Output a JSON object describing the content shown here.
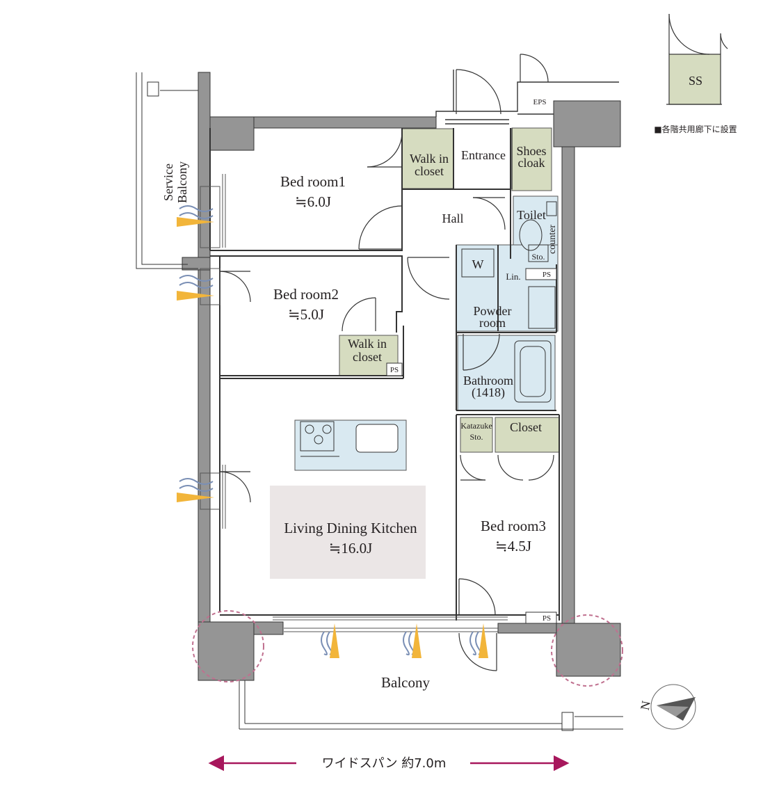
{
  "rooms": {
    "bedroom1": {
      "name": "Bed room1",
      "size": "≒6.0J"
    },
    "bedroom2": {
      "name": "Bed room2",
      "size": "≒5.0J"
    },
    "bedroom3": {
      "name": "Bed room3",
      "size": "≒4.5J"
    },
    "ldk": {
      "name": "Living Dining Kitchen",
      "size": "≒16.0J"
    },
    "walk_in_closet_1": {
      "line1": "Walk in",
      "line2": "closet"
    },
    "walk_in_closet_2": {
      "line1": "Walk in",
      "line2": "closet"
    },
    "entrance": "Entrance",
    "shoes_cloak": {
      "line1": "Shoes",
      "line2": "cloak"
    },
    "hall": "Hall",
    "toilet": "Toilet",
    "counter": "counter",
    "toilet_storage": "Sto.",
    "washer": "W",
    "linen": "Lin.",
    "powder_room": {
      "line1": "Powder",
      "line2": "room"
    },
    "bathroom": {
      "line1": "Bathroom",
      "line2": "(1418)"
    },
    "katazuke": {
      "line1": "Katazuke",
      "line2": "Sto."
    },
    "closet": "Closet",
    "service_balcony": {
      "line1": "Service",
      "line2": "Balcony"
    },
    "balcony": "Balcony",
    "ss": "SS"
  },
  "shafts": {
    "eps": "EPS",
    "ps_bed2": "PS",
    "ps_powder": "PS",
    "ps_bed3": "PS"
  },
  "notes": {
    "ss_note": "■各階共用廊下に設置"
  },
  "span": {
    "text": "ワイドスパン 約7.0m"
  },
  "compass": {
    "label": "N",
    "icon": "compass-north-arrow-icon"
  },
  "colors": {
    "wall": "#959595",
    "storage": "#d6dcc0",
    "wet_area": "#d9e9f1",
    "ldk_panel": "#ebe6e6",
    "airflow_arrow": "#f2b53a",
    "airflow_wave": "#7a8fb5",
    "accent": "#b3195f",
    "highlight_circle": "#c0708f"
  }
}
